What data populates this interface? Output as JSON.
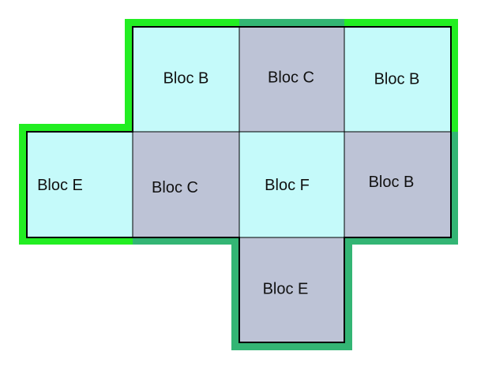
{
  "colors": {
    "background": "#ffffff",
    "cyan_cell": "#c5fafa",
    "gray_cell": "#bdc3d6",
    "bright_green_border": "#22ee22",
    "teal_green_border": "#33b574",
    "outline": "#000000",
    "text": "#111111"
  },
  "grid": {
    "rows": [
      {
        "cells": [
          {
            "label": "",
            "empty": true
          },
          {
            "label": "Bloc B",
            "fill": "cyan_cell"
          },
          {
            "label": "Bloc C",
            "fill": "gray_cell"
          },
          {
            "label": "Bloc B",
            "fill": "cyan_cell"
          }
        ]
      },
      {
        "cells": [
          {
            "label": "Bloc E",
            "fill": "cyan_cell"
          },
          {
            "label": "Bloc C",
            "fill": "gray_cell"
          },
          {
            "label": "Bloc F",
            "fill": "cyan_cell"
          },
          {
            "label": "Bloc B",
            "fill": "gray_cell"
          }
        ]
      },
      {
        "cells": [
          {
            "label": "",
            "empty": true
          },
          {
            "label": "",
            "empty": true
          },
          {
            "label": "Bloc E",
            "fill": "gray_cell"
          },
          {
            "label": "",
            "empty": true
          }
        ]
      }
    ]
  }
}
